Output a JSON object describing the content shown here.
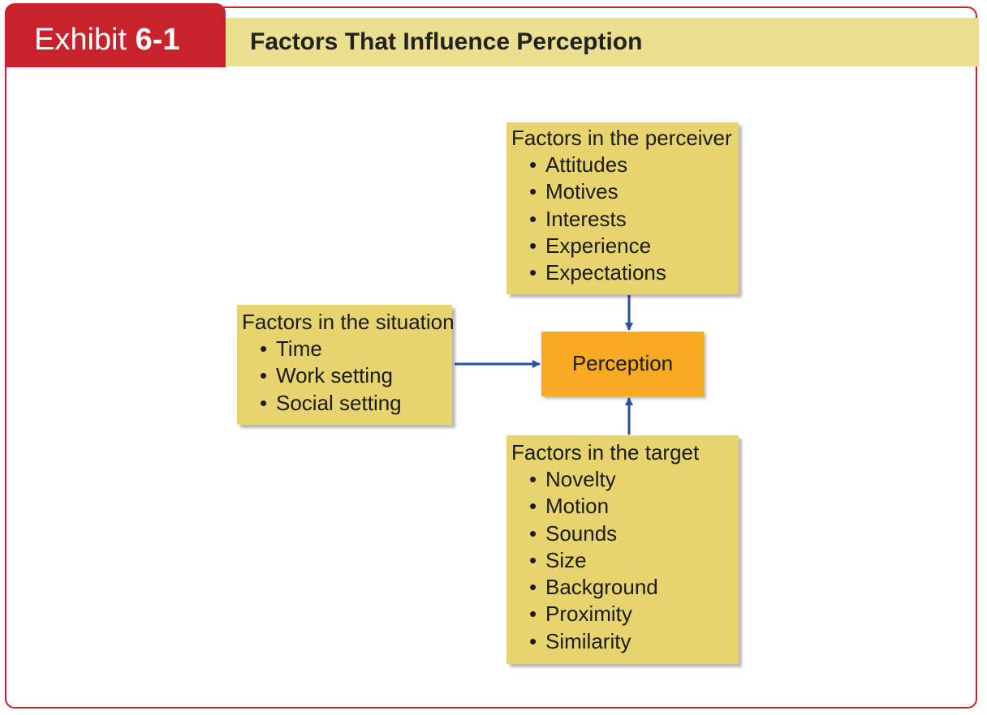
{
  "header": {
    "exhibit_label": "Exhibit",
    "exhibit_number": "6-1",
    "title": "Factors That Influence Perception"
  },
  "diagram": {
    "center": "Perception",
    "perceiver": {
      "heading": "Factors in the perceiver",
      "items": [
        "Attitudes",
        "Motives",
        "Interests",
        "Experience",
        "Expectations"
      ]
    },
    "situation": {
      "heading": "Factors in the situation",
      "items": [
        "Time",
        "Work setting",
        "Social setting"
      ]
    },
    "target": {
      "heading": "Factors in the target",
      "items": [
        "Novelty",
        "Motion",
        "Sounds",
        "Size",
        "Background",
        "Proximity",
        "Similarity"
      ]
    }
  },
  "colors": {
    "accent_red": "#c8232c",
    "title_bar": "#ecdf8f",
    "box_fill": "#e8d46e",
    "perception_fill": "#f7aa22",
    "arrow": "#2a4ea2"
  }
}
